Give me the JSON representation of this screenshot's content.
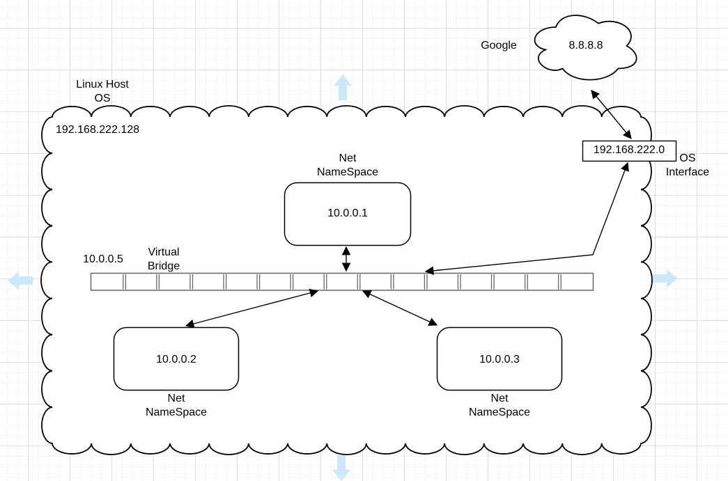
{
  "diagram": {
    "internet": {
      "label": "Google",
      "ip": "8.8.8.8"
    },
    "host": {
      "label": "Linux Host\nOS",
      "ip": "192.168.222.128"
    },
    "namespace1": {
      "label": "Net\nNameSpace",
      "ip": "10.0.0.1"
    },
    "namespace2": {
      "ip": "10.0.0.2",
      "label": "Net\nNameSpace"
    },
    "namespace3": {
      "ip": "10.0.0.3",
      "label": "Net\nNameSpace"
    },
    "bridge": {
      "label": "Virtual\nBridge",
      "ip": "10.0.0.5",
      "segments": 15
    },
    "os_interface": {
      "ip": "192.168.222.0",
      "label": "OS\nInterface"
    }
  },
  "canvas": {
    "nav_arrows": [
      "up",
      "down",
      "left",
      "right"
    ],
    "colors": {
      "background": "#ffffff",
      "shape_stroke": "#000000",
      "bridge_stroke": "#666666",
      "nav_arrow": "#cde8f8",
      "grid_minor": "#f5f5f5",
      "grid_major": "#dedede"
    }
  }
}
